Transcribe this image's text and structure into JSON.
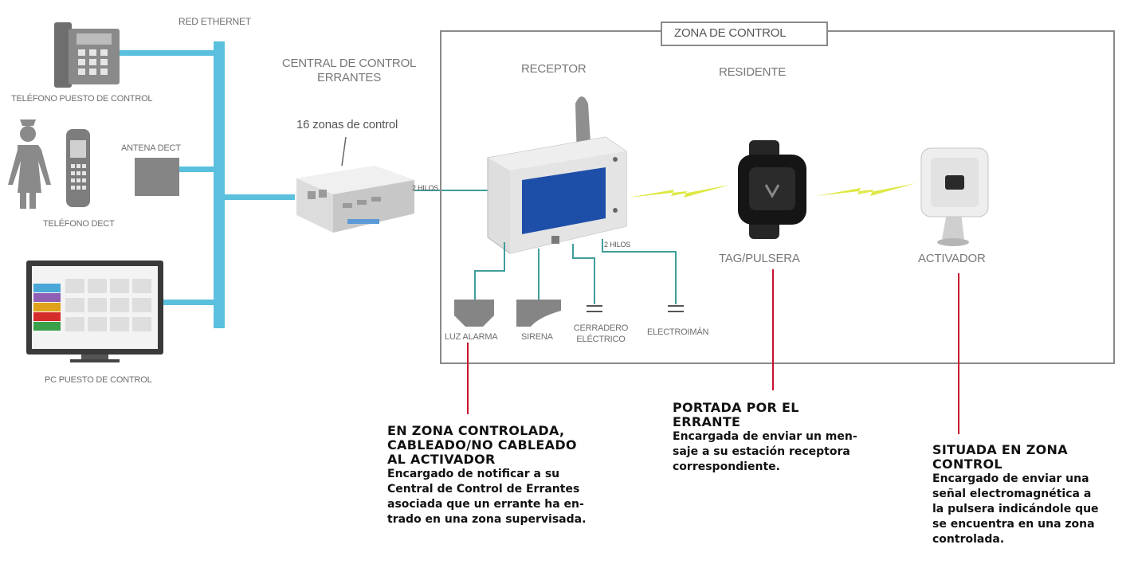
{
  "colors": {
    "ethernet": "#5bc0de",
    "wire": "#3f9e9a",
    "zone_border": "#8a8a8a",
    "red_line": "#c8102e",
    "receptor_screen": "#1e4fa8",
    "lightning": "#dfe845",
    "device_gray": "#858585"
  },
  "icons": [
    "desk-phone-icon",
    "nurse-icon",
    "dect-phone-icon",
    "dect-antenna-icon",
    "pc-monitor-icon",
    "control-central-icon",
    "receptor-icon",
    "alarm-light-icon",
    "siren-icon",
    "lock-icon",
    "electromagnet-icon",
    "wristband-tag-icon",
    "activator-icon",
    "lightning-icon"
  ],
  "labels": {
    "red_ethernet": "RED ETHERNET",
    "telefono_puesto": "TELÉFONO PUESTO DE CONTROL",
    "antena_dect": "ANTENA DECT",
    "telefono_dect": "TELÉFONO DECT",
    "pc_puesto": "PC PUESTO DE CONTROL",
    "central_line1": "CENTRAL DE CONTROL",
    "central_line2": "ERRANTES",
    "zonas": "16 zonas de control",
    "dos_hilos_a": "2 HILOS",
    "dos_hilos_b": "2 HILOS",
    "zona_control": "ZONA DE CONTROL",
    "receptor": "RECEPTOR",
    "residente": "RESIDENTE",
    "tag_pulsera": "TAG/PULSERA",
    "activador": "ACTIVADOR",
    "luz_alarma": "LUZ ALARMA",
    "sirena": "SIRENA",
    "cerradero_1": "CERRADERO",
    "cerradero_2": "ELÉCTRICO",
    "electroiman": "ELECTROIMÁN"
  },
  "notes": {
    "receptor": {
      "title": [
        "EN ZONA CONTROLADA,",
        "CABLEADO/NO CABLEADO",
        "AL ACTIVADOR"
      ],
      "body": [
        "Encargado de notificar a su",
        "Central de Control de Errantes",
        "asociada que un errante ha en-",
        "trado en una zona supervisada."
      ]
    },
    "tag": {
      "title": [
        "PORTADA POR EL",
        "ERRANTE"
      ],
      "body": [
        "Encargada de enviar un men-",
        "saje a su estación receptora",
        "correspondiente."
      ]
    },
    "activador": {
      "title": [
        "SITUADA EN ZONA",
        "CONTROL"
      ],
      "body": [
        "Encargado de enviar una",
        "señal electromagnética a",
        "la pulsera indicándole que",
        "se encuentra en una zona",
        "controlada."
      ]
    }
  }
}
